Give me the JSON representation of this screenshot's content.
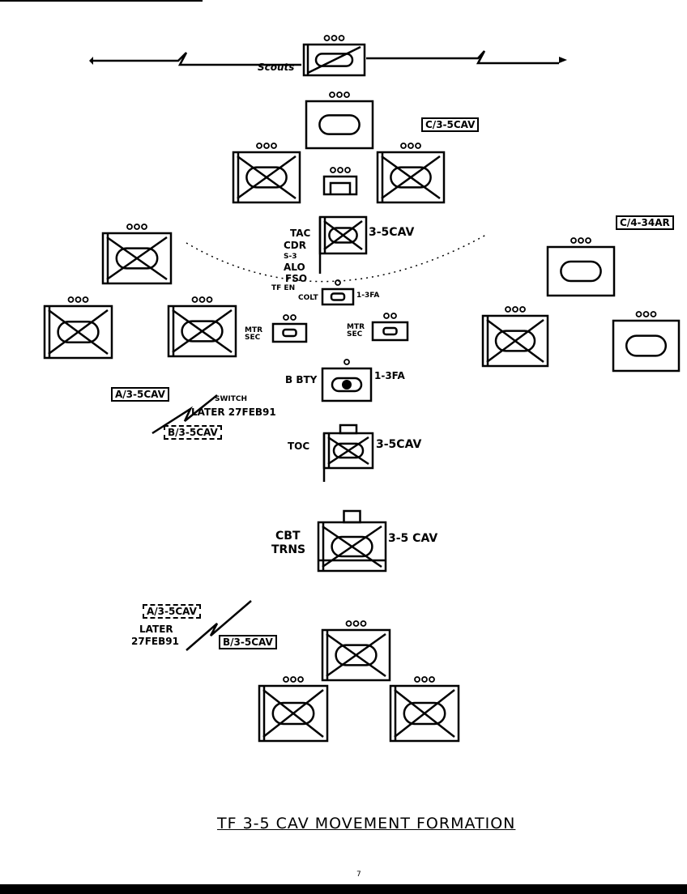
{
  "title": "TF 3-5 CAV MOVEMENT FORMATION",
  "page_number": "7",
  "labels": {
    "scouts": "Scouts",
    "c_3_5cav": "C/3-5CAV",
    "c_4_34ar": "C/4-34AR",
    "tac_hq_unit": "3-5CAV",
    "tac": "TAC",
    "cdr": "CDR",
    "s3": "S-3",
    "alo": "ALO",
    "fso": "FSO",
    "tf_en": "TF EN",
    "colt": "COLT",
    "colt_unit": "1-3FA",
    "mtr_sec_left": "MTR SEC",
    "mtr_sec_right": "MTR SEC",
    "b_bty": "B BTY",
    "b_bty_unit": "1-3FA",
    "a_3_5cav_upper": "A/3-5CAV",
    "switch_later_upper_1": "SWITCH",
    "switch_later_upper_2": "LATER 27FEB91",
    "b_3_5cav_upper": "B/3-5CAV",
    "toc": "TOC",
    "toc_unit": "3-5CAV",
    "cbt_trns_1": "CBT",
    "cbt_trns_2": "TRNS",
    "cbt_trns_unit": "3-5 CAV",
    "a_3_5cav_lower": "A/3-5CAV",
    "later_lower_1": "LATER",
    "later_lower_2": "27FEB91",
    "b_3_5cav_lower": "B/3-5CAV"
  }
}
